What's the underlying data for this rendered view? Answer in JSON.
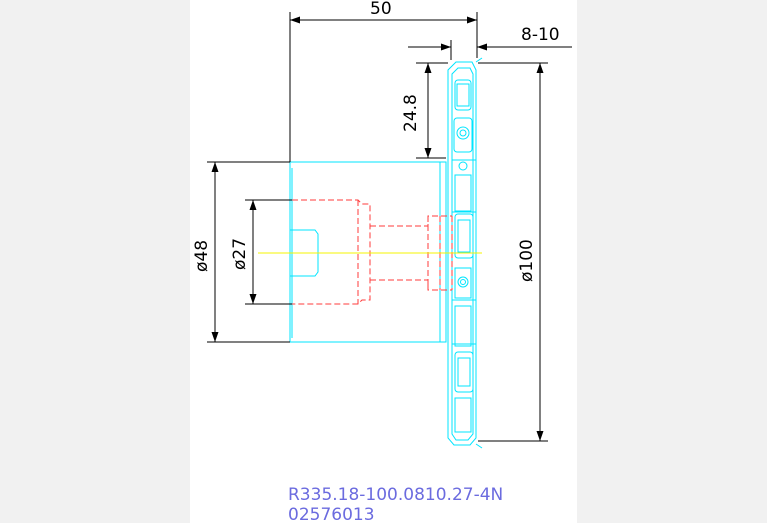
{
  "drawing": {
    "dimensions": {
      "length": "50",
      "insert_width": "8-10",
      "hub_offset": "24.8",
      "hub_diameter": "ø48",
      "bore_diameter": "ø27",
      "cutter_diameter": "ø100"
    },
    "part_number": "R335.18-100.0810.27-4N",
    "article_number": "02576013"
  },
  "colors": {
    "background": "#ffffff",
    "margin": "#f1f1f1",
    "outline": "#00e5ff",
    "hidden_lines": "#ff3b3b",
    "center_line": "#f4f400",
    "dimension": "#000000",
    "label": "#6b6bdf"
  }
}
